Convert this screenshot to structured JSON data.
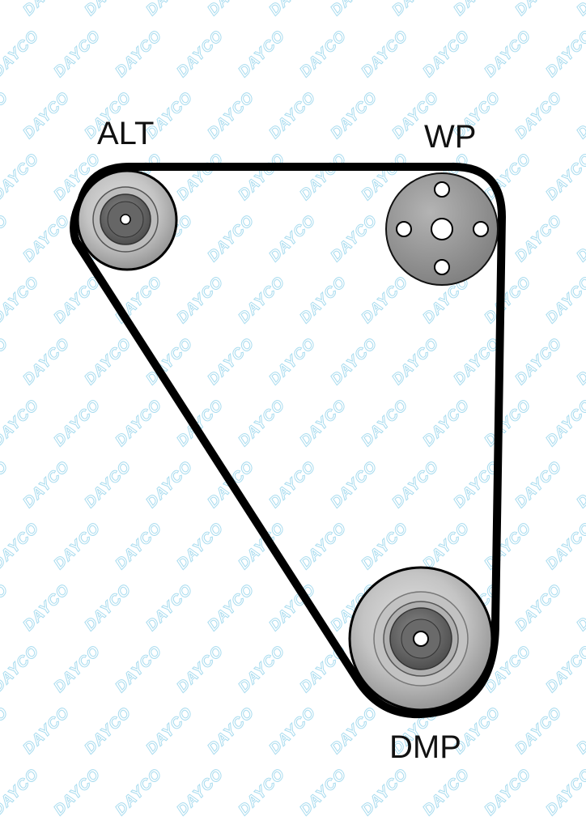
{
  "diagram": {
    "watermark": {
      "text": "DAYCO",
      "color": "#a9dcef"
    },
    "pulleys": [
      {
        "id": "alt",
        "label": "ALT",
        "type": "plain-pulley"
      },
      {
        "id": "wp",
        "label": "WP",
        "type": "water-pump-hub"
      },
      {
        "id": "dmp",
        "label": "DMP",
        "type": "plain-pulley"
      }
    ],
    "belt": {
      "color": "#000000",
      "path_order": [
        "ALT",
        "WP",
        "DMP"
      ]
    },
    "colors": {
      "pulley_gray": "#c8c8c8",
      "hub_dark": "#555555",
      "water_pump": "#9a9a9a",
      "outline": "#000000",
      "background": "#ffffff"
    }
  }
}
